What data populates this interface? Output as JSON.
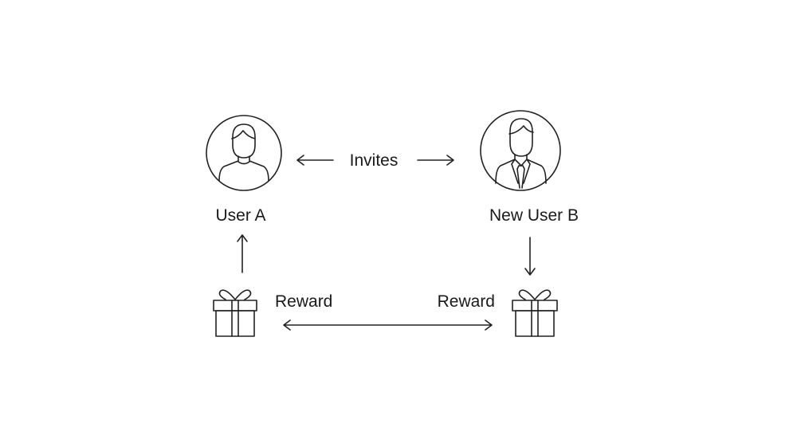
{
  "nodes": {
    "user_a": {
      "label": "User A",
      "icon": "person-icon"
    },
    "user_b": {
      "label": "New User B",
      "icon": "businessman-icon"
    },
    "gift_a": {
      "icon": "gift-icon"
    },
    "gift_b": {
      "icon": "gift-icon"
    }
  },
  "edges": {
    "invites": {
      "label": "Invites"
    },
    "reward_a": {
      "label": "Reward"
    },
    "reward_b": {
      "label": "Reward"
    }
  },
  "colors": {
    "stroke": "#222222",
    "text": "#1a1a1a",
    "background": "#ffffff"
  }
}
